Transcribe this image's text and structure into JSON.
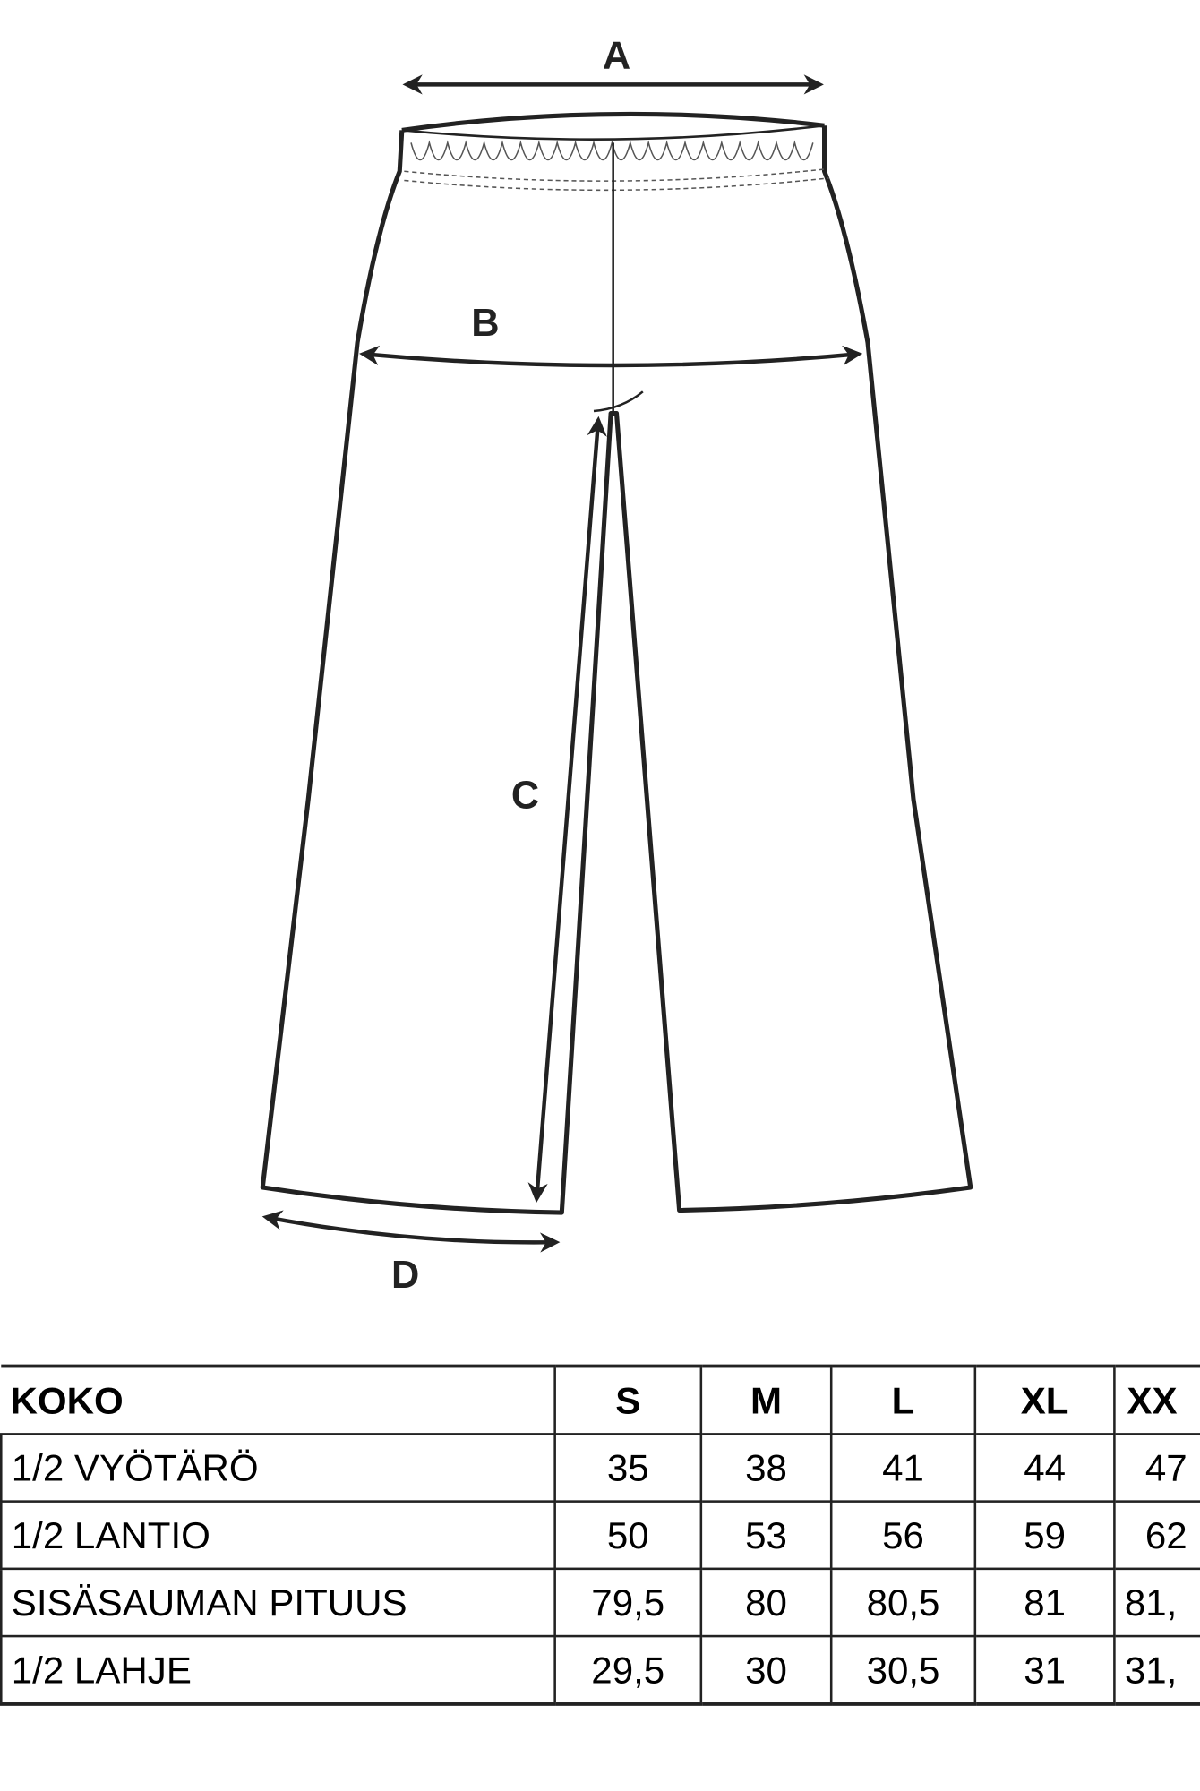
{
  "diagram": {
    "labels": {
      "a": "A",
      "b": "B",
      "c": "C",
      "d": "D"
    }
  },
  "size_table": {
    "header": {
      "label": "KOKO",
      "sizes": [
        "S",
        "M",
        "L",
        "XL",
        "XX"
      ]
    },
    "rows": [
      {
        "label": "1/2 VYÖTÄRÖ",
        "values": [
          "35",
          "38",
          "41",
          "44",
          "47"
        ]
      },
      {
        "label": "1/2 LANTIO",
        "values": [
          "50",
          "53",
          "56",
          "59",
          "62"
        ]
      },
      {
        "label": "SISÄSAUMAN PITUUS",
        "values": [
          "79,5",
          "80",
          "80,5",
          "81",
          "81,"
        ]
      },
      {
        "label": "1/2 LAHJE",
        "values": [
          "29,5",
          "30",
          "30,5",
          "31",
          "31,"
        ]
      }
    ]
  }
}
